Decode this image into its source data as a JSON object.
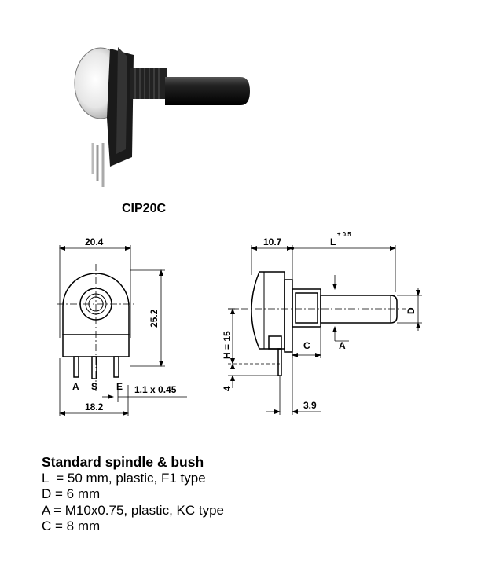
{
  "model": "CIP20C",
  "front_view": {
    "width_label": "20.4",
    "height_label": "25.2",
    "pin_pitch_label": "18.2",
    "pin_size_label": "1.1 x 0.45",
    "pin_labels": [
      "A",
      "S",
      "E"
    ]
  },
  "side_view": {
    "body_depth_label": "10.7",
    "length_label": "L",
    "length_tolerance": "± 0.5",
    "height_label": "H = 15",
    "pin_length_label": "4",
    "pin_offset_label": "3.9",
    "bush_label": "C",
    "thread_label": "A",
    "diameter_label": "D"
  },
  "specs": {
    "heading": "Standard spindle & bush",
    "lines": [
      "L  = 50 mm, plastic, F1 type",
      "D = 6 mm",
      "A = M10x0.75, plastic, KC type",
      "C = 8 mm"
    ]
  },
  "colors": {
    "ink": "#000000",
    "photo_body": "#e6e6e6",
    "photo_dark": "#1a1a1a"
  }
}
